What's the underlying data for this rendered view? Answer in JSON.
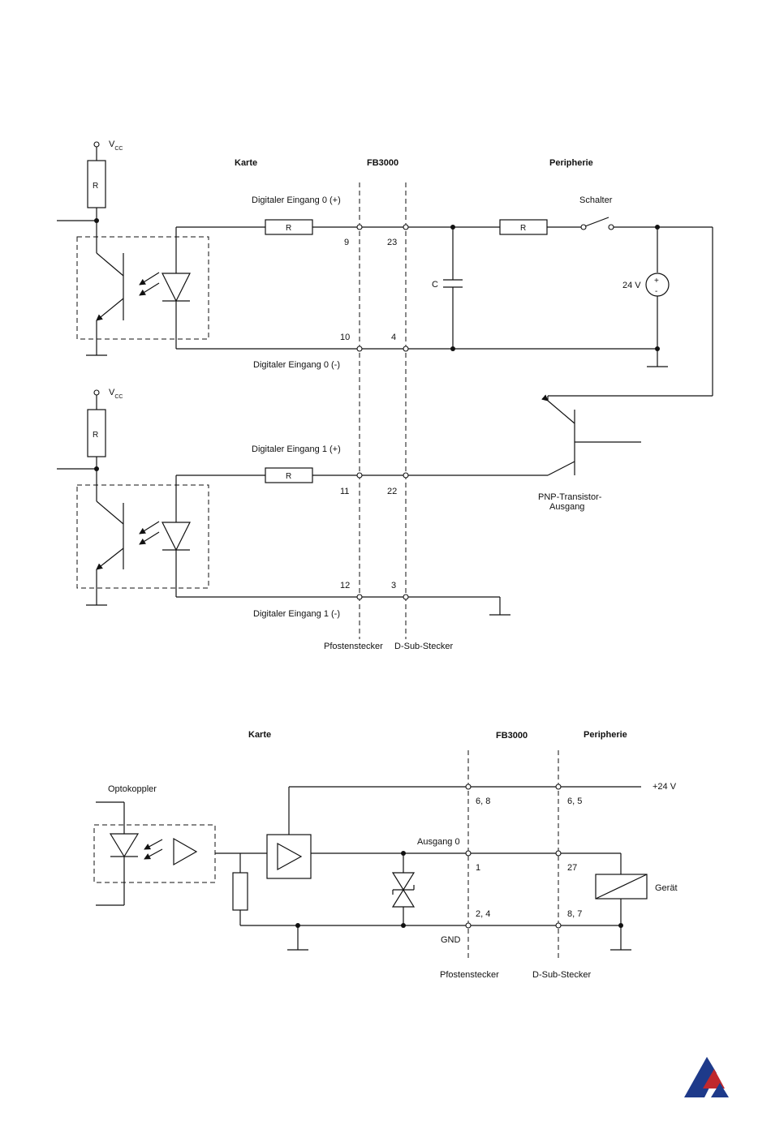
{
  "diagram1": {
    "vcc_main": "V",
    "vcc_sub": "CC",
    "resistor": "R",
    "header_card": "Karte",
    "header_fb": "FB3000",
    "header_peripherie": "Peripherie",
    "input0_plus": "Digitaler Eingang 0 (+)",
    "input0_minus": "Digitaler Eingang 0 (-)",
    "input1_plus": "Digitaler Eingang 1 (+)",
    "input1_minus": "Digitaler Eingang 1 (-)",
    "switch_label": "Schalter",
    "capacitor_label": "C",
    "voltage_label": "24 V",
    "pin_9": "9",
    "pin_23": "23",
    "pin_10": "10",
    "pin_4": "4",
    "pin_11": "11",
    "pin_22": "22",
    "pin_12": "12",
    "pin_3": "3",
    "pnp_line1": "PNP-Transistor-",
    "pnp_line2": "Ausgang",
    "connector_post": "Pfostenstecker",
    "connector_dsub": "D-Sub-Stecker"
  },
  "diagram2": {
    "header_card": "Karte",
    "header_fb": "FB3000",
    "header_peripherie": "Peripherie",
    "optocoupler": "Optokoppler",
    "supply": "+24 V",
    "pins_68": "6, 8",
    "pins_65": "6, 5",
    "output0": "Ausgang 0",
    "pin_1": "1",
    "pin_27": "27",
    "device": "Gerät",
    "pins_24": "2, 4",
    "pins_87": "8, 7",
    "gnd": "GND",
    "connector_post": "Pfostenstecker",
    "connector_dsub": "D-Sub-Stecker"
  },
  "colors": {
    "logo_blue": "#1e3a8a",
    "logo_red": "#c0282d"
  }
}
